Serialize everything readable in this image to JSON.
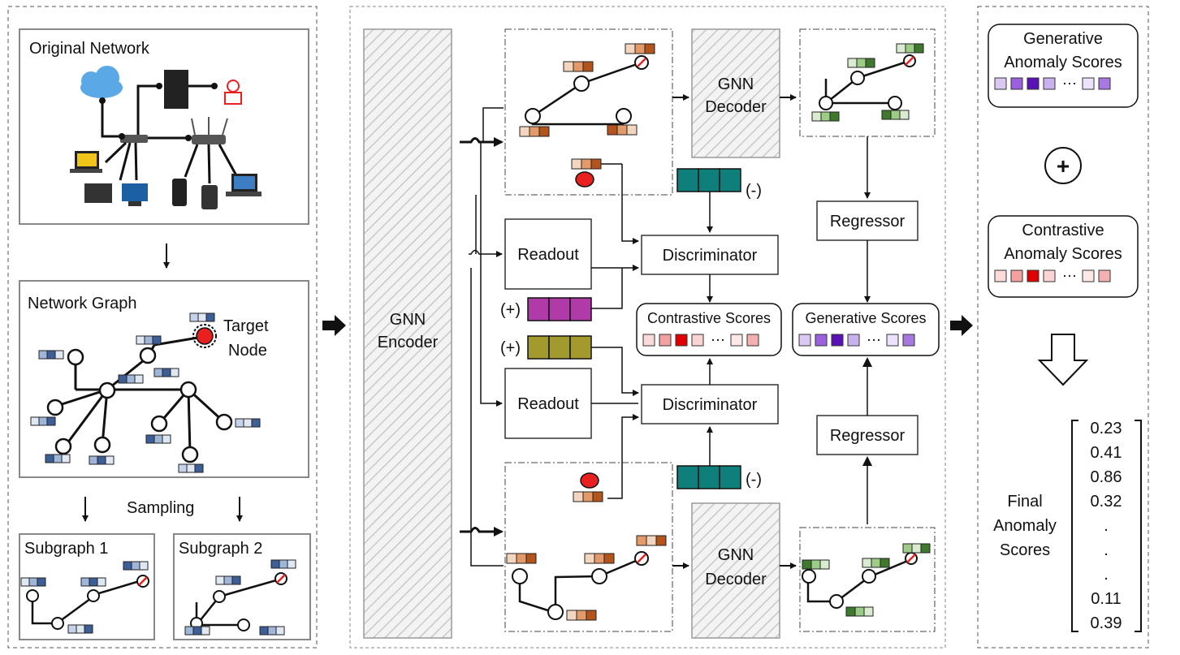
{
  "panels": {
    "left": {
      "original_network_title": "Original Network",
      "network_graph_title": "Network Graph",
      "target_node_line1": "Target",
      "target_node_line2": "Node",
      "sampling_label": "Sampling",
      "subgraph1_title": "Subgraph 1",
      "subgraph2_title": "Subgraph 2"
    },
    "middle": {
      "encoder_line1": "GNN",
      "encoder_line2": "Encoder",
      "decoder_top_line1": "GNN",
      "decoder_top_line2": "Decoder",
      "decoder_bottom_line1": "GNN",
      "decoder_bottom_line2": "Decoder",
      "readout_top": "Readout",
      "readout_bottom": "Readout",
      "discriminator_top": "Discriminator",
      "discriminator_bottom": "Discriminator",
      "regressor_top": "Regressor",
      "regressor_bottom": "Regressor",
      "contrastive_scores": "Contrastive Scores",
      "generative_scores": "Generative Scores",
      "neg_sign_top": "(-)",
      "neg_sign_bottom": "(-)",
      "pos_sign_top": "(+)",
      "pos_sign_bottom": "(+)",
      "ellipsis": "⋯"
    },
    "right": {
      "gen_anomaly_line1": "Generative",
      "gen_anomaly_line2": "Anomaly Scores",
      "plus_symbol": "+",
      "con_anomaly_line1": "Contrastive",
      "con_anomaly_line2": "Anomaly Scores",
      "final_line1": "Final",
      "final_line2": "Anomaly",
      "final_line3": "Scores",
      "final_scores": [
        "0.23",
        "0.41",
        "0.86",
        "0.32",
        ".",
        ".",
        ".",
        "0.11",
        "0.39"
      ],
      "highlight_index": 2,
      "highlight_color": "#e8201f"
    }
  },
  "colors": {
    "purple_embedding": "#b03aa8",
    "olive_embedding": "#a39a2e",
    "teal_embedding": "#0e7f7a",
    "target_node": "#e8201f"
  }
}
